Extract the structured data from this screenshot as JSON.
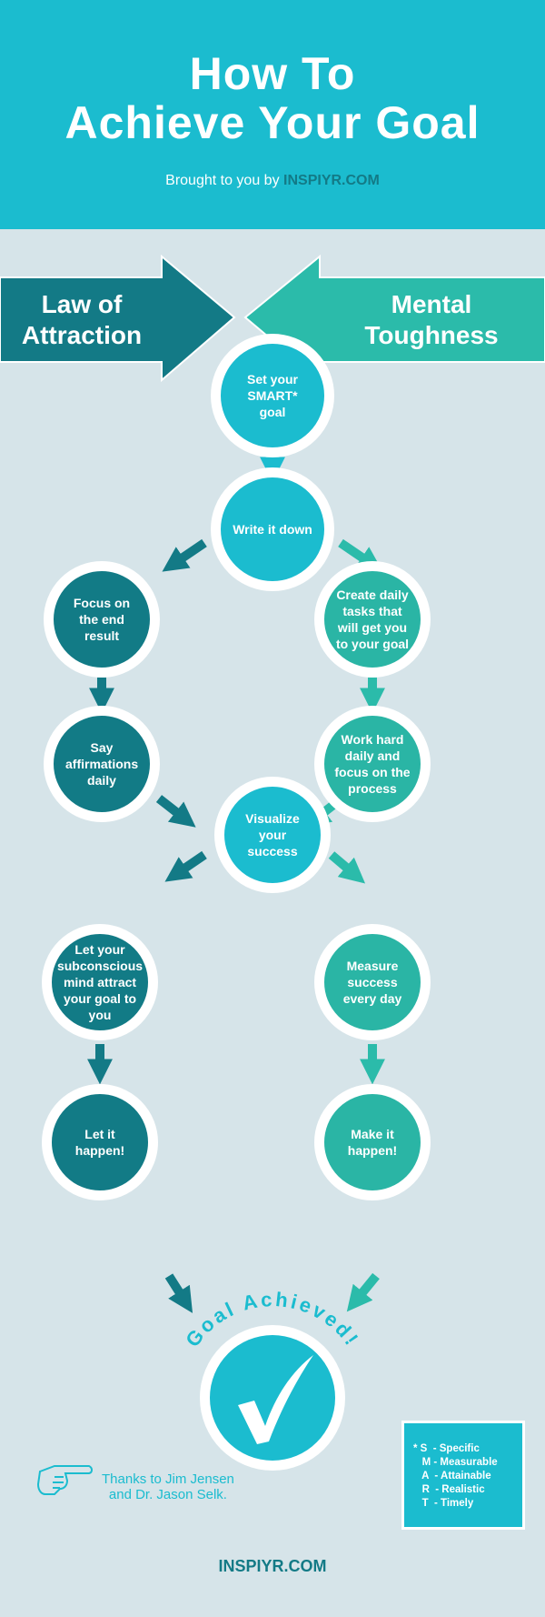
{
  "header": {
    "title_line1": "How To",
    "title_line2": "Achieve Your Goal",
    "subtitle_prefix": "Brought to you by",
    "subtitle_brand": "INSPIYR.COM"
  },
  "paths": {
    "left_line1": "Law of",
    "left_line2": "Attraction",
    "right_line1": "Mental",
    "right_line2": "Toughness"
  },
  "steps": {
    "smart": "Set your SMART* goal",
    "write": "Write it down",
    "focus": "Focus on the end result",
    "tasks": "Create daily tasks that will get you to your goal",
    "affirm": "Say affirmations daily",
    "work": "Work hard daily and focus on the process",
    "visualize": "Visualize your success",
    "subconscious": "Let your subconscious mind attract your goal to you",
    "measure": "Measure success every day",
    "let": "Let it happen!",
    "make": "Make it happen!"
  },
  "goal": {
    "label": "Goal Achieved!",
    "icon": "checkmark-icon"
  },
  "smart_box": {
    "items": [
      "* S  - Specific",
      "   M - Measurable",
      "   A  - Attainable",
      "   R  - Realistic",
      "   T  - Timely"
    ]
  },
  "credits": {
    "line1": "Thanks to Jim Jensen",
    "line2": "and Dr. Jason Selk.",
    "icon": "pointing-hand-icon"
  },
  "footer": {
    "brand": "INSPIYR.COM"
  },
  "colors": {
    "primary": "#1bbccf",
    "dark": "#127b86",
    "teal": "#2ab5a5",
    "background": "#d6e4e9"
  }
}
